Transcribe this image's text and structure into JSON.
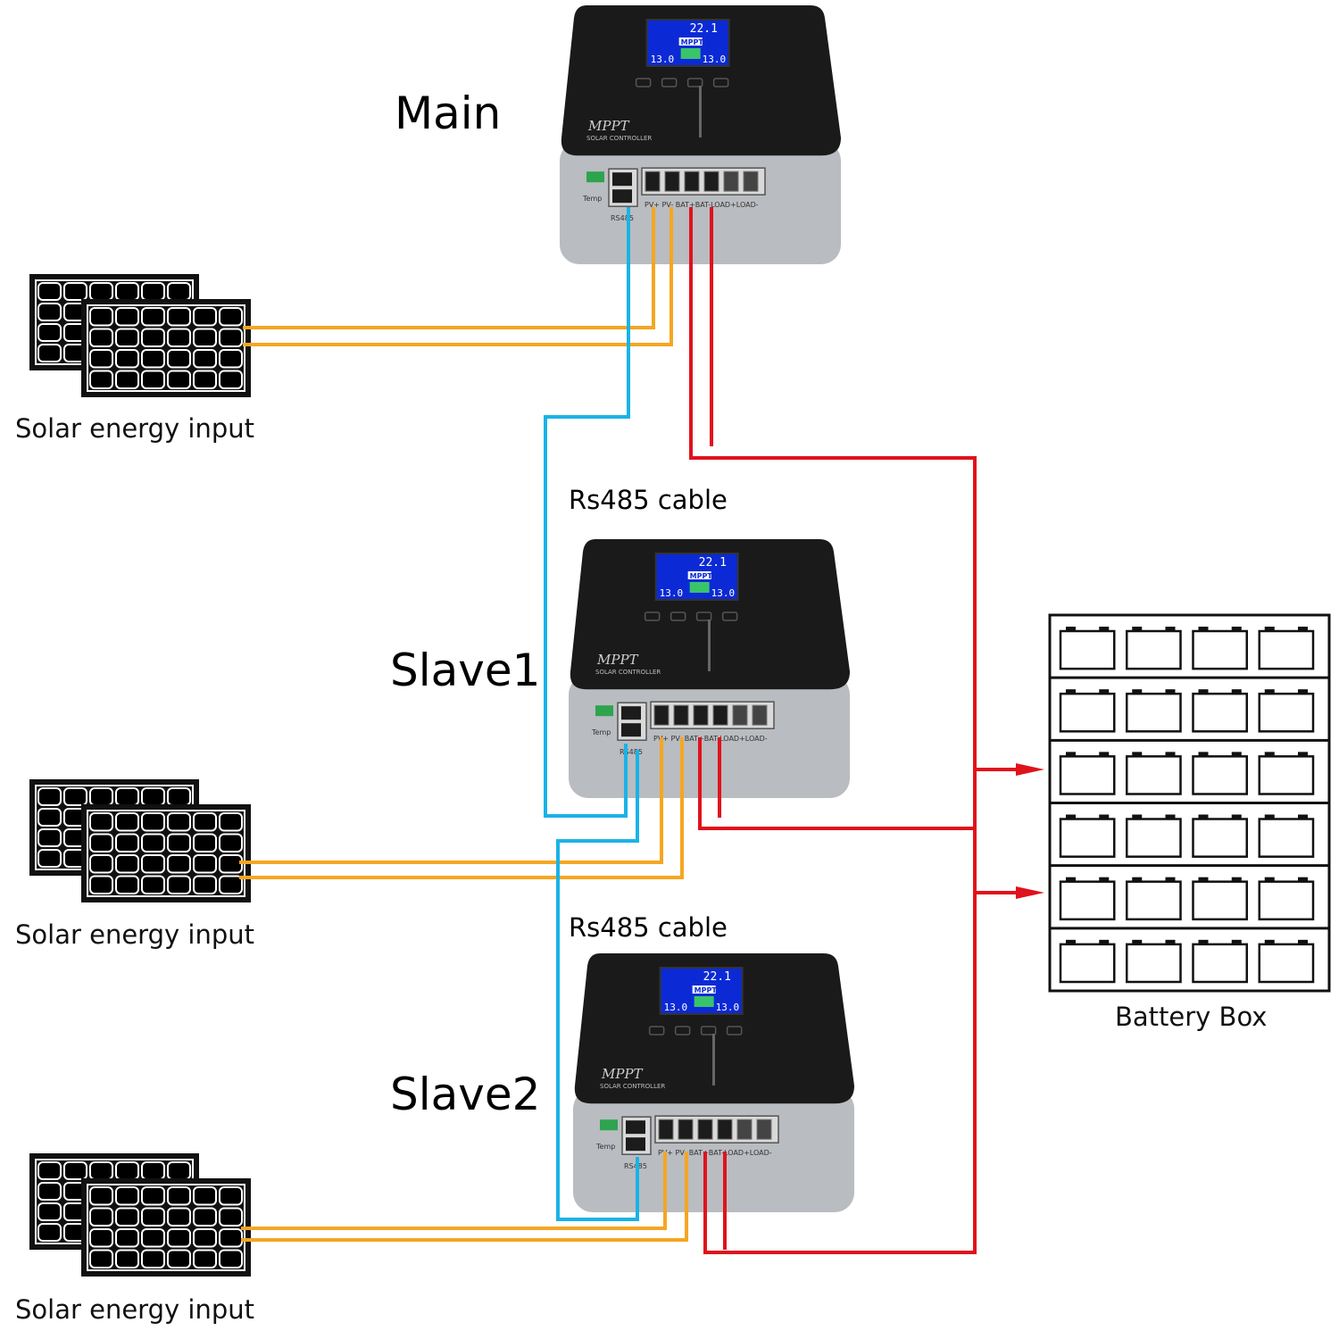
{
  "diagram": {
    "units": [
      {
        "name": "Main",
        "brand": "MPPT",
        "subtitle": "SOLAR CONTROLLER",
        "ports": {
          "temp": "Temp",
          "rs485": "RS485",
          "terminals": "PV+ PV- BAT+BAT-LOAD+LOAD-"
        },
        "display": {
          "top": "22.1",
          "mid": "MPPT",
          "low_left": "13.0",
          "low_right": "13.0"
        }
      },
      {
        "name": "Slave1",
        "brand": "MPPT",
        "subtitle": "SOLAR CONTROLLER",
        "ports": {
          "temp": "Temp",
          "rs485": "RS485",
          "terminals": "PV+ PV- BAT+BAT-LOAD+LOAD-"
        },
        "display": {
          "top": "22.1",
          "mid": "MPPT",
          "low_left": "13.0",
          "low_right": "13.0"
        }
      },
      {
        "name": "Slave2",
        "brand": "MPPT",
        "subtitle": "SOLAR CONTROLLER",
        "ports": {
          "temp": "Temp",
          "rs485": "RS485",
          "terminals": "PV+ PV- BAT+BAT-LOAD+LOAD-"
        },
        "display": {
          "top": "22.1",
          "mid": "MPPT",
          "low_left": "13.0",
          "low_right": "13.0"
        }
      }
    ],
    "solar_captions": [
      "Solar energy input",
      "Solar energy input",
      "Solar energy input"
    ],
    "cable_labels": [
      "Rs485 cable",
      "Rs485 cable"
    ],
    "battery_box": {
      "label": "Battery Box",
      "rows": 6,
      "cols": 4
    },
    "colors": {
      "pv_wire": "#f5a623",
      "bat_wire": "#e0121c",
      "rs485_wire": "#1ab3e6",
      "controller_top": "#1a1a1a",
      "controller_body": "#b9bcc0",
      "panel": "#111111"
    }
  }
}
